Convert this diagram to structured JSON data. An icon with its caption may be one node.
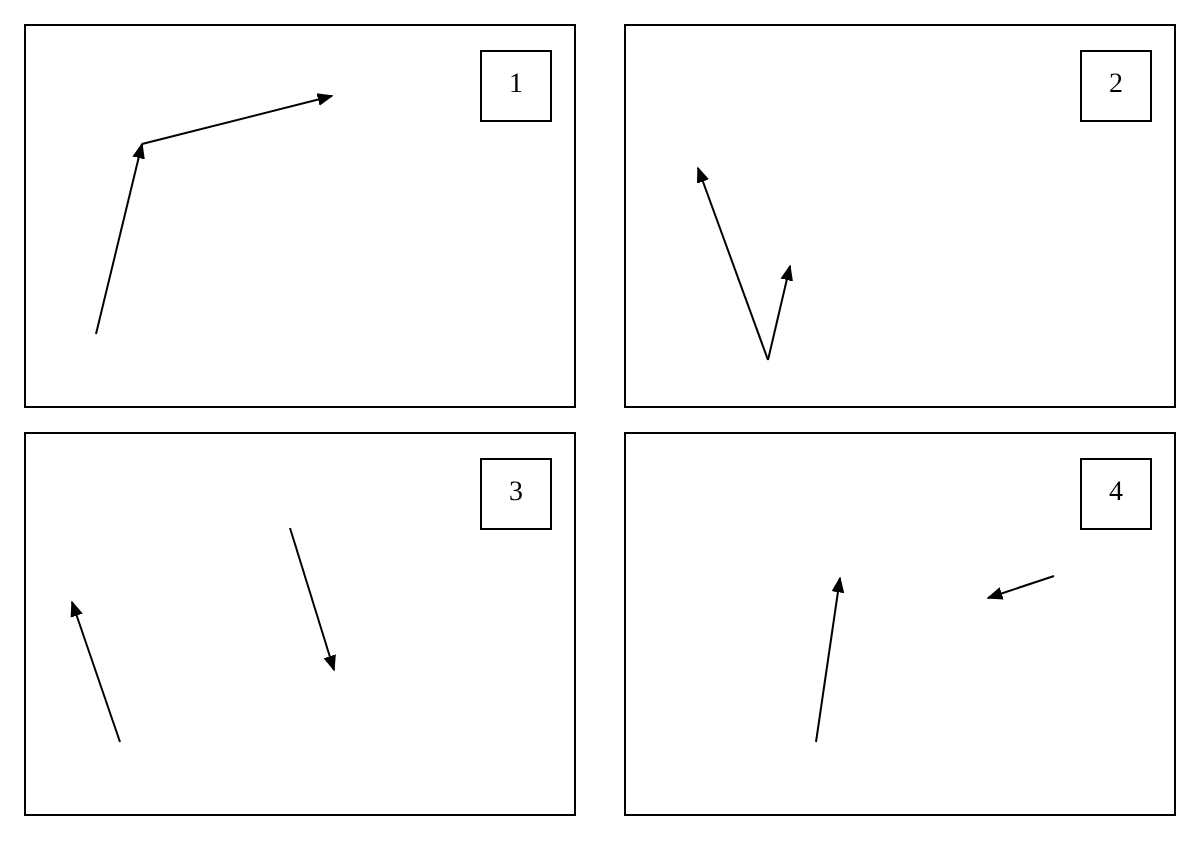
{
  "diagram": {
    "nodes": [
      {
        "text": [],
        "shape": "box"
      },
      {
        "text": [
          "1"
        ],
        "in": 0
      },
      {
        "text": [],
        "shape": "box"
      },
      {
        "text": [
          "2"
        ],
        "in": 2
      },
      {
        "text": [],
        "shape": "box"
      },
      {
        "text": [
          "3"
        ],
        "in": 4
      },
      {
        "text": [],
        "shape": "box"
      },
      {
        "text": [
          "4"
        ],
        "in": 6
      }
    ]
  }
}
